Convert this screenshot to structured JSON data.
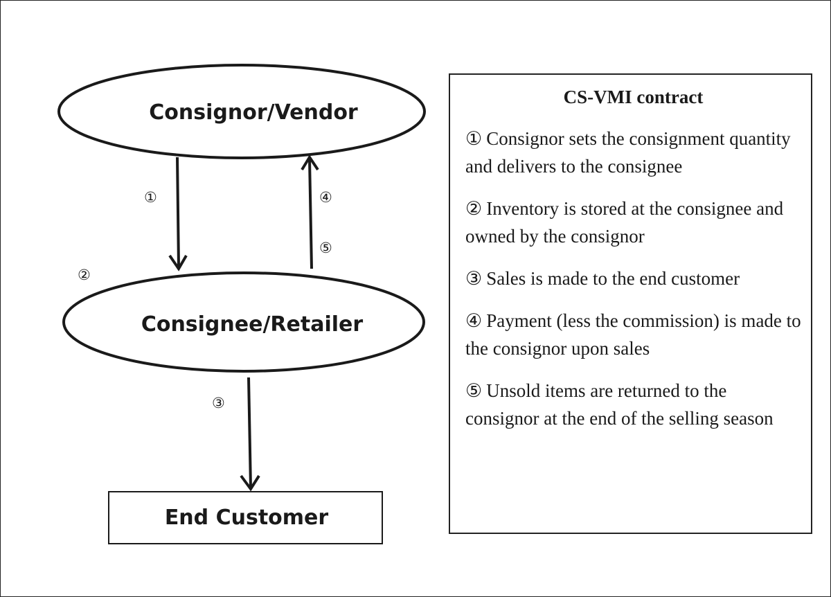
{
  "nodes": {
    "consignor": "Consignor/Vendor",
    "consignee": "Consignee/Retailer",
    "end_customer": "End Customer"
  },
  "flow_labels": {
    "step1": "①",
    "step2": "②",
    "step3": "③",
    "step4": "④",
    "step5": "⑤"
  },
  "contract": {
    "title": "CS-VMI contract",
    "items": [
      {
        "marker": "①",
        "text": "Consignor sets the consignment quantity and delivers to the consignee"
      },
      {
        "marker": "②",
        "text": "Inventory is stored at the consignee and owned by the consignor"
      },
      {
        "marker": "③",
        "text": "Sales is made to the end customer"
      },
      {
        "marker": "④",
        "text": "Payment (less the commission) is made to the consignor upon sales"
      },
      {
        "marker": "⑤",
        "text": "Unsold items are returned to the consignor at the end of the selling season"
      }
    ]
  }
}
